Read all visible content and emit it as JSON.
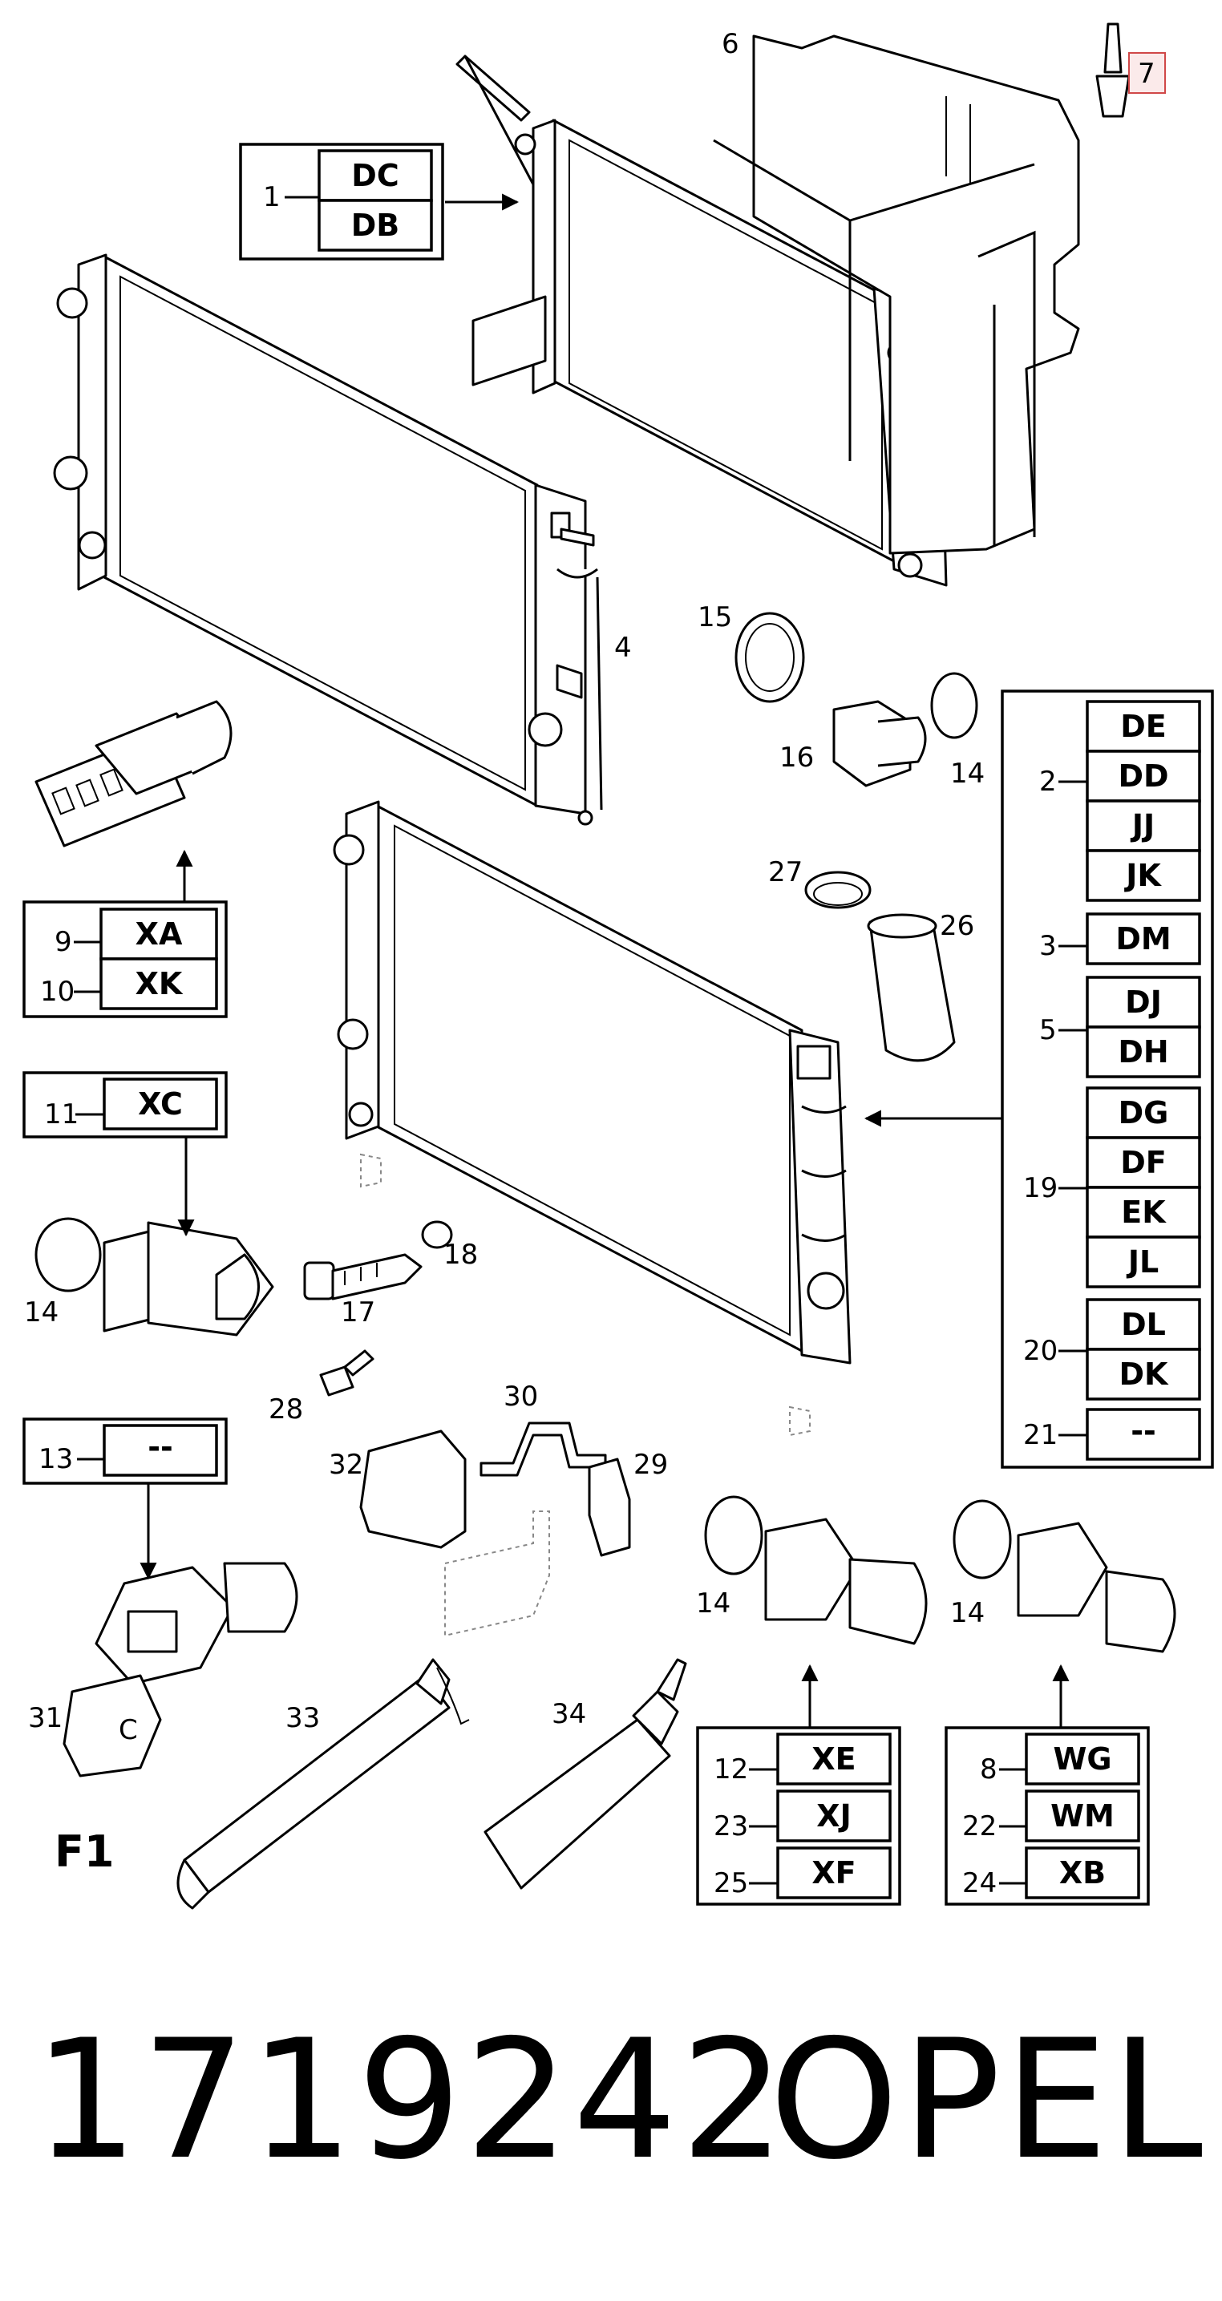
{
  "diagram": {
    "corner_label": "F1",
    "callouts": {
      "c4": "4",
      "c6": "6",
      "c7": "7",
      "c14a": "14",
      "c14b": "14",
      "c14c": "14",
      "c14d": "14",
      "c15": "15",
      "c16": "16",
      "c17": "17",
      "c18": "18",
      "c26": "26",
      "c27": "27",
      "c28": "28",
      "c29": "29",
      "c30": "30",
      "c31": "31",
      "c32": "32",
      "c33": "33",
      "c34": "34"
    },
    "groups": {
      "g1": {
        "number": "1",
        "codes": [
          "DC",
          "DB"
        ]
      },
      "g9": {
        "numbers": [
          "9",
          "10"
        ],
        "codes": [
          "XA",
          "XK"
        ]
      },
      "g11": {
        "number": "11",
        "code": "XC"
      },
      "g13": {
        "number": "13",
        "code": "--"
      },
      "right_panel": [
        {
          "number": "2",
          "codes": [
            "DE",
            "DD",
            "JJ",
            "JK"
          ]
        },
        {
          "number": "3",
          "codes": [
            "DM"
          ]
        },
        {
          "number": "5",
          "codes": [
            "DJ",
            "DH"
          ]
        },
        {
          "number": "19",
          "codes": [
            "DG",
            "DF",
            "EK",
            "JL"
          ]
        },
        {
          "number": "20",
          "codes": [
            "DL",
            "DK"
          ]
        },
        {
          "number": "21",
          "codes": [
            "--"
          ]
        }
      ],
      "g12": {
        "numbers": [
          "12",
          "23",
          "25"
        ],
        "codes": [
          "XE",
          "XJ",
          "XF"
        ]
      },
      "g8": {
        "numbers": [
          "8",
          "22",
          "24"
        ],
        "codes": [
          "WG",
          "WM",
          "XB"
        ]
      }
    }
  },
  "footer": {
    "part_number": "1719242",
    "brand": "OPEL"
  }
}
